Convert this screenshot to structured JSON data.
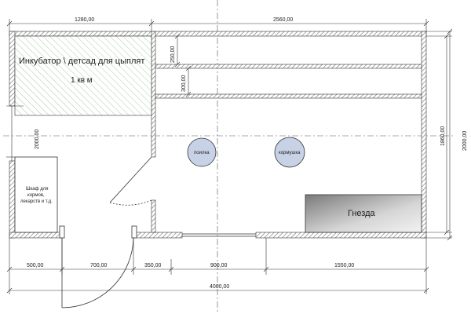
{
  "dimensions": {
    "top_left": "1280,00",
    "top_right": "2560,00",
    "right_outer": "2000,00",
    "right_inner": "1860,00",
    "left_vertical": "2000,00",
    "shelf_gap_1": "250,00",
    "shelf_gap_2": "300,00",
    "bottom_1": "500,00",
    "bottom_2": "700,00",
    "bottom_3": "350,00",
    "bottom_4": "900,00",
    "bottom_5": "1550,00",
    "total": "4000,00"
  },
  "rooms": {
    "incubator_title": "Инкубатор \\ детсад для цыплят",
    "incubator_area": "1 кв м",
    "cabinet_line1": "Шкаф для",
    "cabinet_line2": "кормов,",
    "cabinet_line3": "лекарств и т.д.",
    "drinker": "поилка",
    "feeder": "кормушка",
    "nests": "Гнезда"
  },
  "colors": {
    "wall_hatch": "#6e6e6e",
    "incubator_hatch": "#8fbf8f",
    "fixture_fill": "#c8d2e6",
    "nest_dark": "#7a7a7a",
    "nest_light": "#f2f2f2",
    "axis_line": "#555555"
  }
}
